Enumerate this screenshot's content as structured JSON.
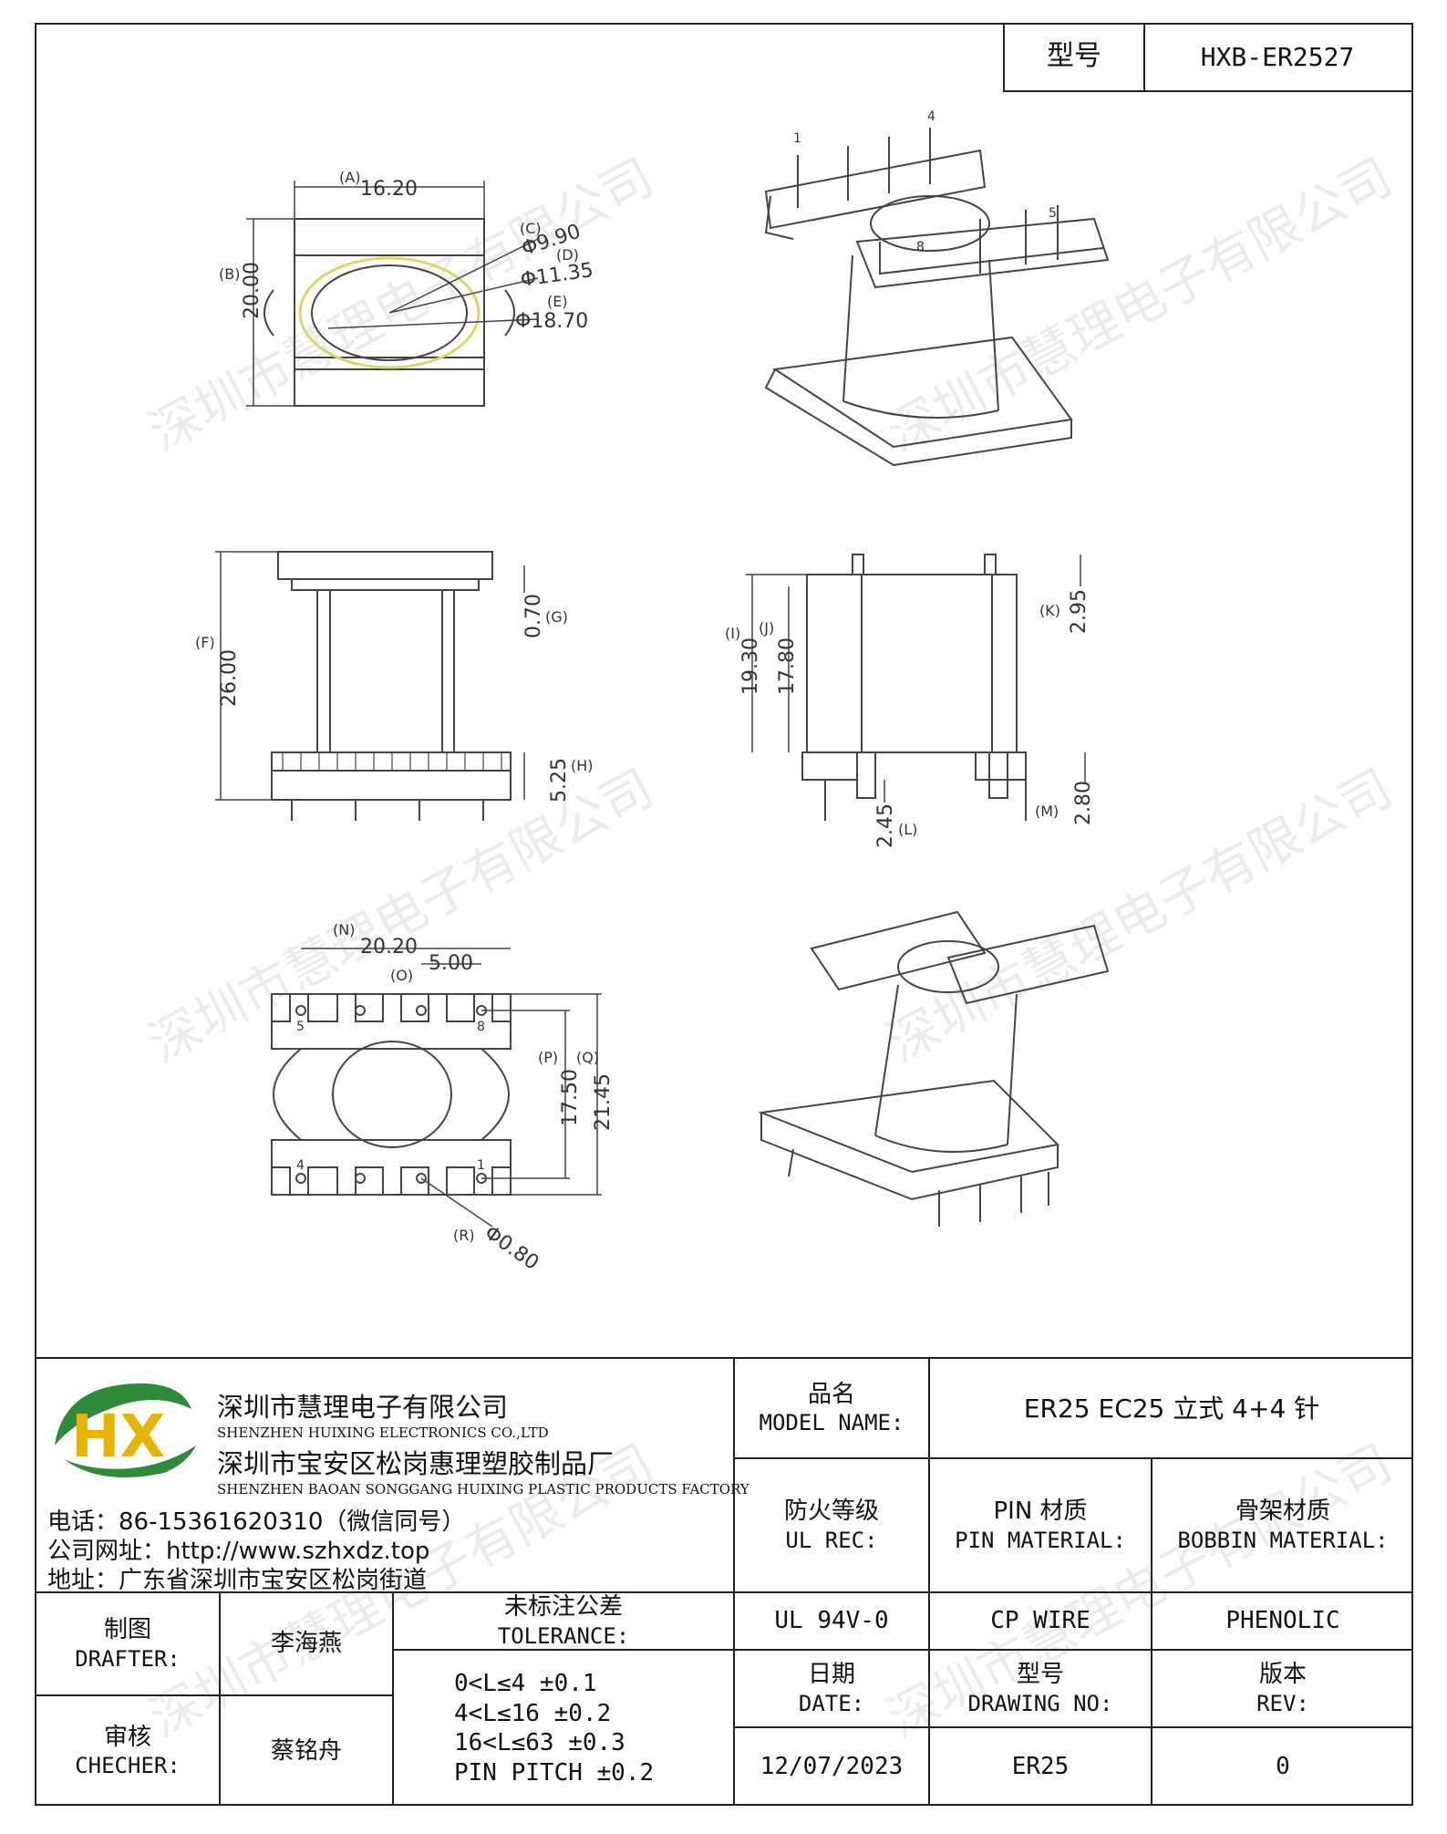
{
  "header": {
    "model_label": "型号",
    "model_value": "HXB-ER2527"
  },
  "watermark": "深圳市慧理电子有限公司",
  "drawing": {
    "top_view": {
      "A": "(A)",
      "A_val": "16.20",
      "B": "(B)",
      "B_val": "20.00",
      "C": "(C)",
      "C_val": "Φ9.90",
      "D": "(D)",
      "D_val": "Φ11.35",
      "E": "(E)",
      "E_val": "Φ18.70"
    },
    "iso_top": {
      "pin1": "1",
      "pin4": "4",
      "pin5": "5",
      "pin8": "8"
    },
    "front_view": {
      "F": "(F)",
      "F_val": "26.00",
      "G": "(G)",
      "G_val": "0.70",
      "H": "(H)",
      "H_val": "5.25"
    },
    "side_view": {
      "I": "(I)",
      "I_val": "19.30",
      "J": "(J)",
      "J_val": "17.80",
      "K": "(K)",
      "K_val": "2.95",
      "L": "(L)",
      "L_val": "2.45",
      "M": "(M)",
      "M_val": "2.80"
    },
    "bottom_view": {
      "N": "(N)",
      "N_val": "20.20",
      "O": "(O)",
      "O_val": "5.00",
      "P": "(P)",
      "P_val": "17.50",
      "Q": "(Q)",
      "Q_val": "21.45",
      "R": "(R)",
      "R_val": "Φ0.80",
      "pin5": "5",
      "pin8": "8",
      "pin4": "4",
      "pin1": "1"
    }
  },
  "company": {
    "logo_text": "HX",
    "name_cn": "深圳市慧理电子有限公司",
    "name_en": "SHENZHEN HUIXING ELECTRONICS CO.,LTD",
    "factory_cn": "深圳市宝安区松岗惠理塑胶制品厂",
    "factory_en": "SHENZHEN BAOAN SONGGANG HUIXING PLASTIC PRODUCTS FACTORY",
    "phone": "电话：86-15361620310（微信同号）",
    "website": "公司网址：http://www.szhxdz.top",
    "address": "地址：广东省深圳市宝安区松岗街道"
  },
  "title_block": {
    "model_name_cn": "品名",
    "model_name_en": "MODEL NAME:",
    "model_name_value": "ER25 EC25 立式 4+4 针",
    "fire_cn": "防火等级",
    "fire_en": "UL REC:",
    "pin_cn": "PIN 材质",
    "pin_en": "PIN MATERIAL:",
    "bobbin_cn": "骨架材质",
    "bobbin_en": "BOBBIN MATERIAL:",
    "fire_value": "UL 94V-0",
    "pin_value": "CP WIRE",
    "bobbin_value": "PHENOLIC",
    "date_cn": "日期",
    "date_en": "DATE:",
    "drawing_no_cn": "型号",
    "drawing_no_en": "DRAWING NO:",
    "rev_cn": "版本",
    "rev_en": "REV:",
    "date_value": "12/07/2023",
    "drawing_no_value": "ER25",
    "rev_value": "0",
    "drafter_cn": "制图",
    "drafter_en": "DRAFTER:",
    "drafter_value": "李海燕",
    "checker_cn": "审核",
    "checker_en": "CHECHER:",
    "checker_value": "蔡铭舟",
    "tolerance_cn": "未标注公差",
    "tolerance_en": "TOLERANCE:",
    "tolerance_lines": [
      "0<L≤4  ±0.1",
      "4<L≤16 ±0.2",
      "16<L≤63 ±0.3",
      "PIN PITCH ±0.2"
    ]
  }
}
